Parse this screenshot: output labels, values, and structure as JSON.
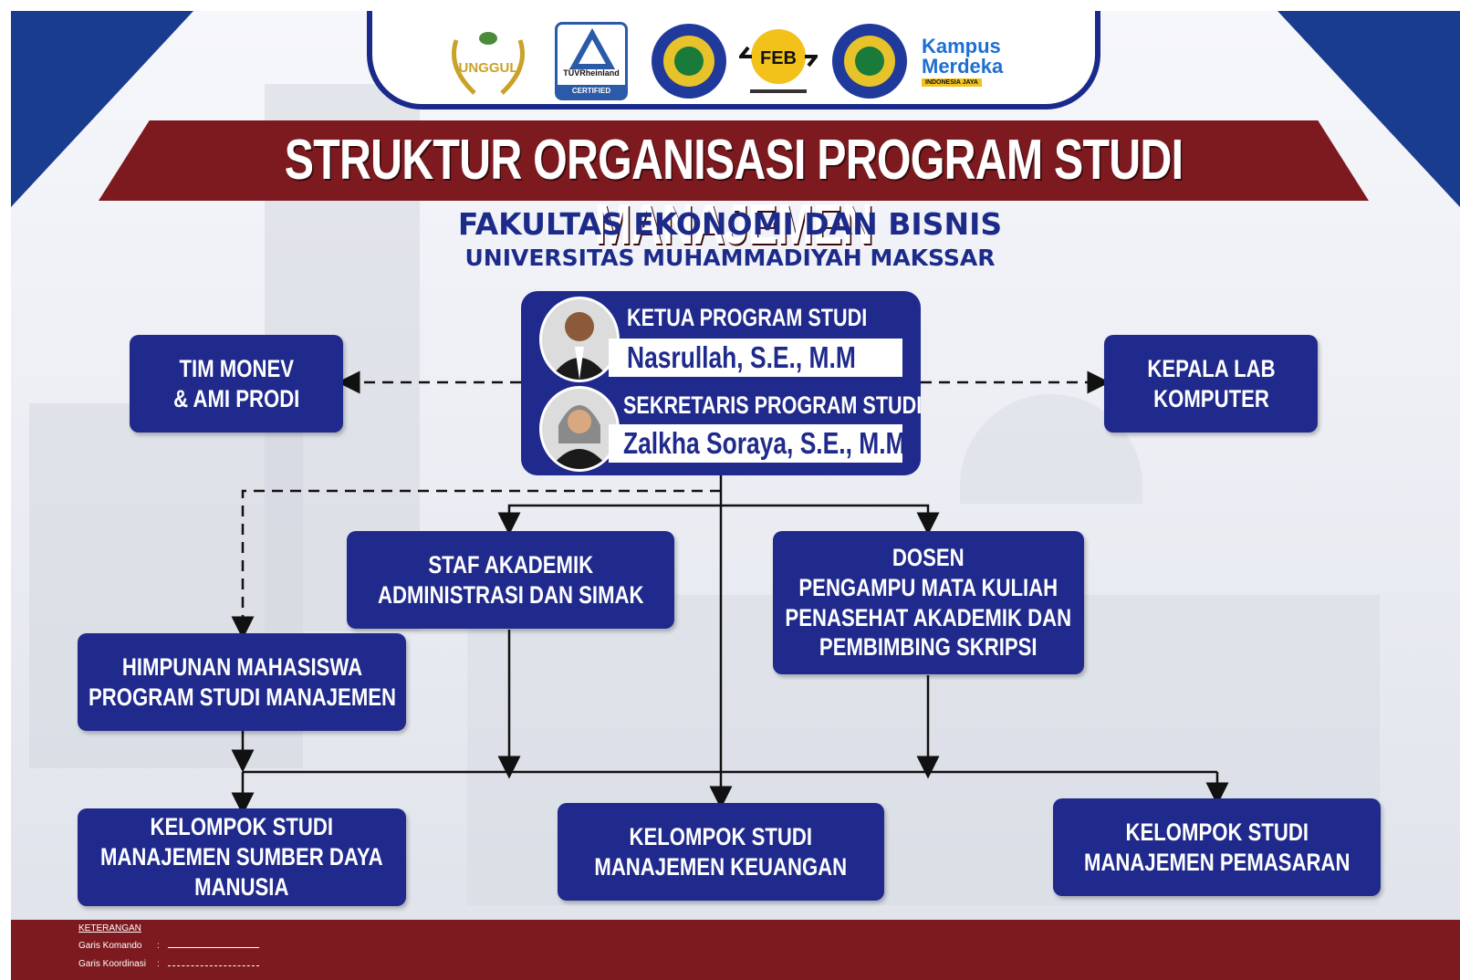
{
  "logos": [
    {
      "name": "akreditasi-unggul-logo",
      "text": "UNGGUL"
    },
    {
      "name": "tuv-rheinland-logo",
      "brand": "TÜVRheinland",
      "badge": "CERTIFIED"
    },
    {
      "name": "unismuh-seal-left"
    },
    {
      "name": "feb-logo",
      "text": "FEB"
    },
    {
      "name": "unismuh-seal-right"
    },
    {
      "name": "kampus-merdeka-logo",
      "line1": "Kampus",
      "line2": "Merdeka",
      "line3": "INDONESIA JAYA"
    }
  ],
  "title": "STRUKTUR ORGANISASI PROGRAM STUDI MANAJEMEN",
  "subtitle1": "FAKULTAS EKONOMI DAN BISNIS",
  "subtitle2": "UNIVERSITAS MUHAMMADIYAH MAKSSAR",
  "head": {
    "ketua_label": "KETUA PROGRAM STUDI",
    "ketua_name": "Nasrullah, S.E., M.M",
    "sekretaris_label": "SEKRETARIS PROGRAM STUDI",
    "sekretaris_name": "Zalkha Soraya, S.E., M.M"
  },
  "boxes": {
    "tim_monev": [
      "TIM MONEV",
      "& AMI PRODI"
    ],
    "kepala_lab": [
      "KEPALA LAB",
      "KOMPUTER"
    ],
    "staf": [
      "STAF AKADEMIK",
      "ADMINISTRASI DAN SIMAK"
    ],
    "dosen": [
      "DOSEN",
      "PENGAMPU MATA KULIAH",
      "PENASEHAT AKADEMIK DAN",
      "PEMBIMBING SKRIPSI"
    ],
    "himpunan": [
      "HIMPUNAN MAHASISWA",
      "PROGRAM STUDI MANAJEMEN"
    ],
    "ks_sdm": [
      "KELOMPOK STUDI",
      "MANAJEMEN SUMBER DAYA",
      "MANUSIA"
    ],
    "ks_keu": [
      "KELOMPOK STUDI",
      "MANAJEMEN KEUANGAN"
    ],
    "ks_pem": [
      "KELOMPOK STUDI",
      "MANAJEMEN PEMASARAN"
    ]
  },
  "legend": {
    "title": "KETERANGAN",
    "komando": "Garis Komando",
    "koordinasi": "Garis Koordinasi",
    "colon": ":"
  },
  "colors": {
    "navy": "#1f2a8c",
    "maroon": "#7d1a1f",
    "corner_blue": "#1a3c8f"
  }
}
